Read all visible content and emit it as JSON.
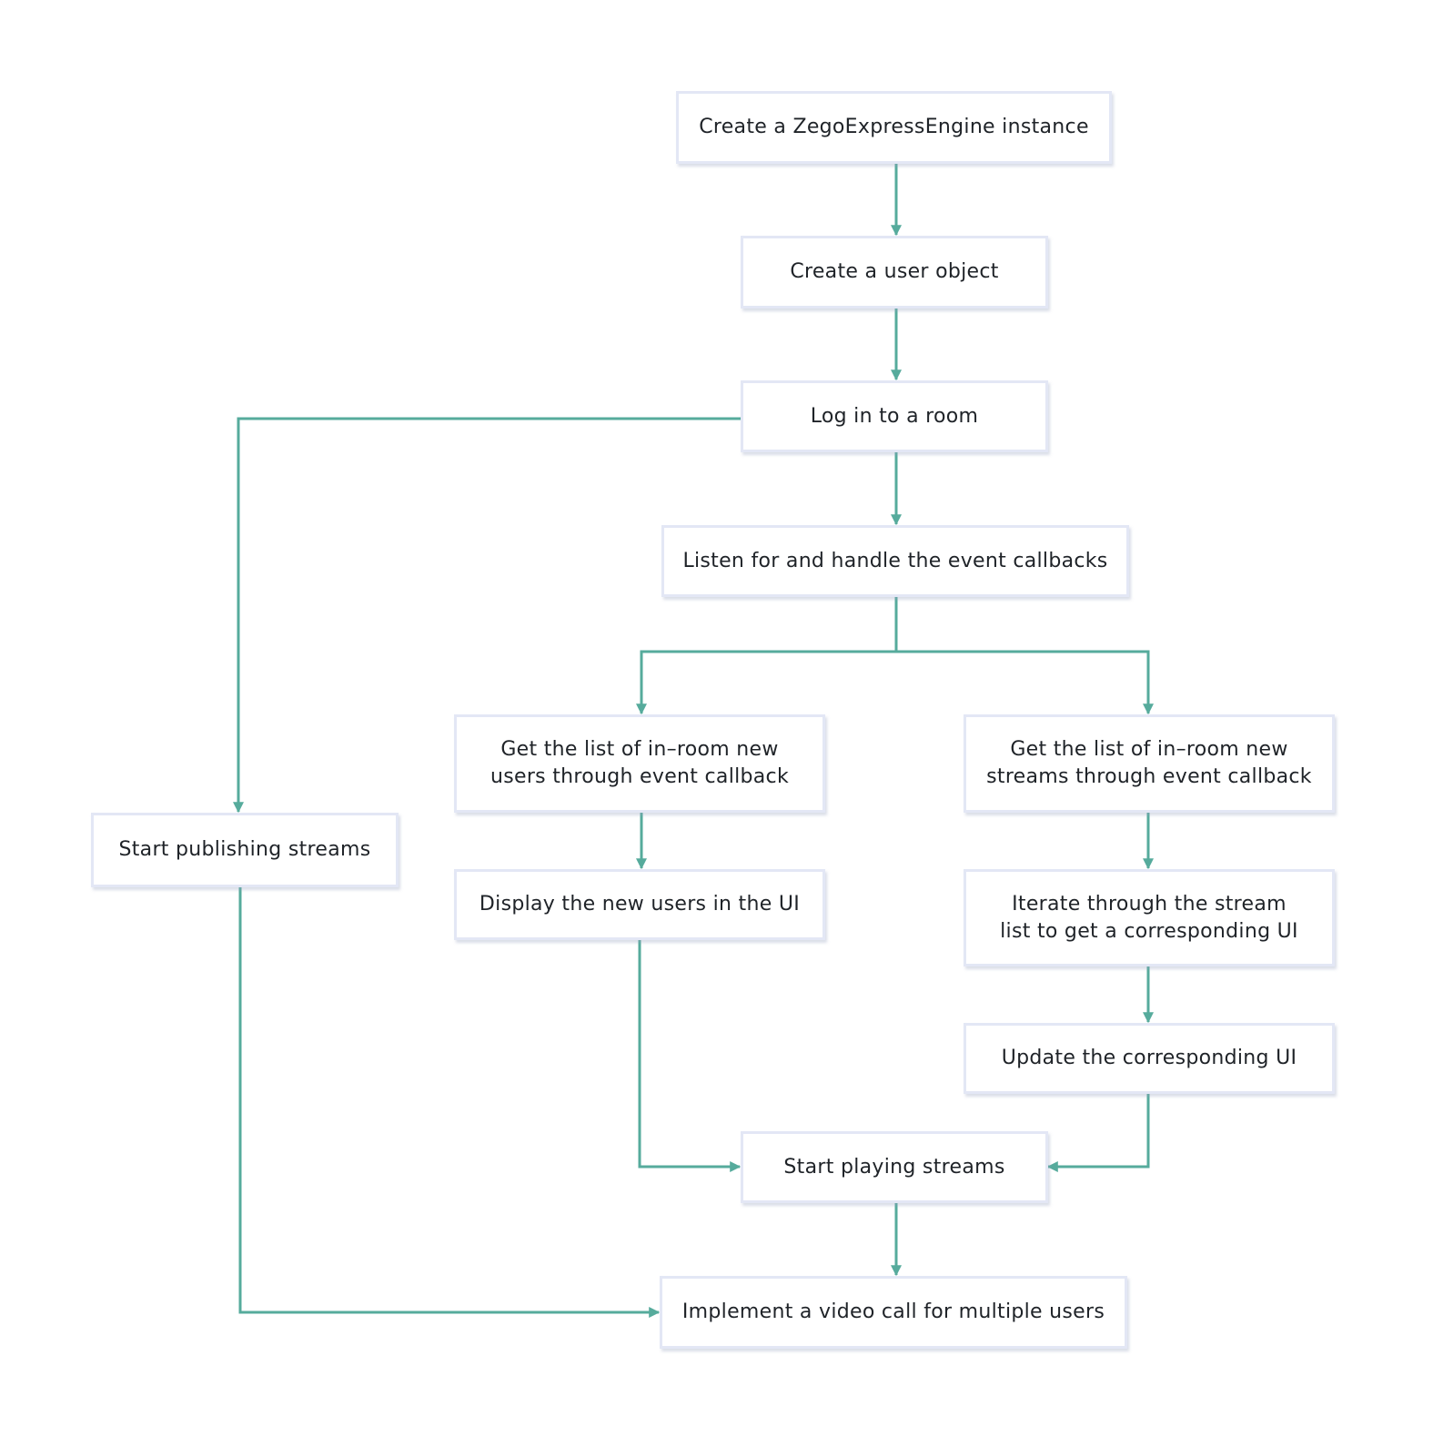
{
  "nodes": {
    "create_engine": "Create a ZegoExpressEngine instance",
    "create_user": "Create a user object",
    "login_room": "Log in to a room",
    "listen_callbacks": "Listen for and handle the event callbacks",
    "get_new_users": {
      "line1": "Get the list of in–room new",
      "line2": "users through event callback"
    },
    "get_new_streams": {
      "line1": "Get the list of in–room new",
      "line2": "streams through event callback"
    },
    "start_publishing": "Start publishing streams",
    "display_new_users": "Display the new users in the UI",
    "iterate_streams": {
      "line1": "Iterate through the stream",
      "line2": "list to get a corresponding UI"
    },
    "update_ui": "Update the corresponding UI",
    "start_playing": "Start playing streams",
    "implement_call": "Implement a video call for multiple users"
  },
  "connectors": [
    {
      "from": "create_engine",
      "to": "create_user"
    },
    {
      "from": "create_user",
      "to": "login_room"
    },
    {
      "from": "login_room",
      "to": "listen_callbacks"
    },
    {
      "from": "login_room",
      "to": "start_publishing"
    },
    {
      "from": "listen_callbacks",
      "to": "get_new_users"
    },
    {
      "from": "listen_callbacks",
      "to": "get_new_streams"
    },
    {
      "from": "get_new_users",
      "to": "display_new_users"
    },
    {
      "from": "get_new_streams",
      "to": "iterate_streams"
    },
    {
      "from": "iterate_streams",
      "to": "update_ui"
    },
    {
      "from": "display_new_users",
      "to": "start_playing"
    },
    {
      "from": "update_ui",
      "to": "start_playing"
    },
    {
      "from": "start_playing",
      "to": "implement_call"
    },
    {
      "from": "start_publishing",
      "to": "implement_call"
    }
  ],
  "colors": {
    "connector": "#56ab9c",
    "node_border": "#e3e7f5",
    "text": "#1f2328",
    "background": "#ffffff"
  }
}
